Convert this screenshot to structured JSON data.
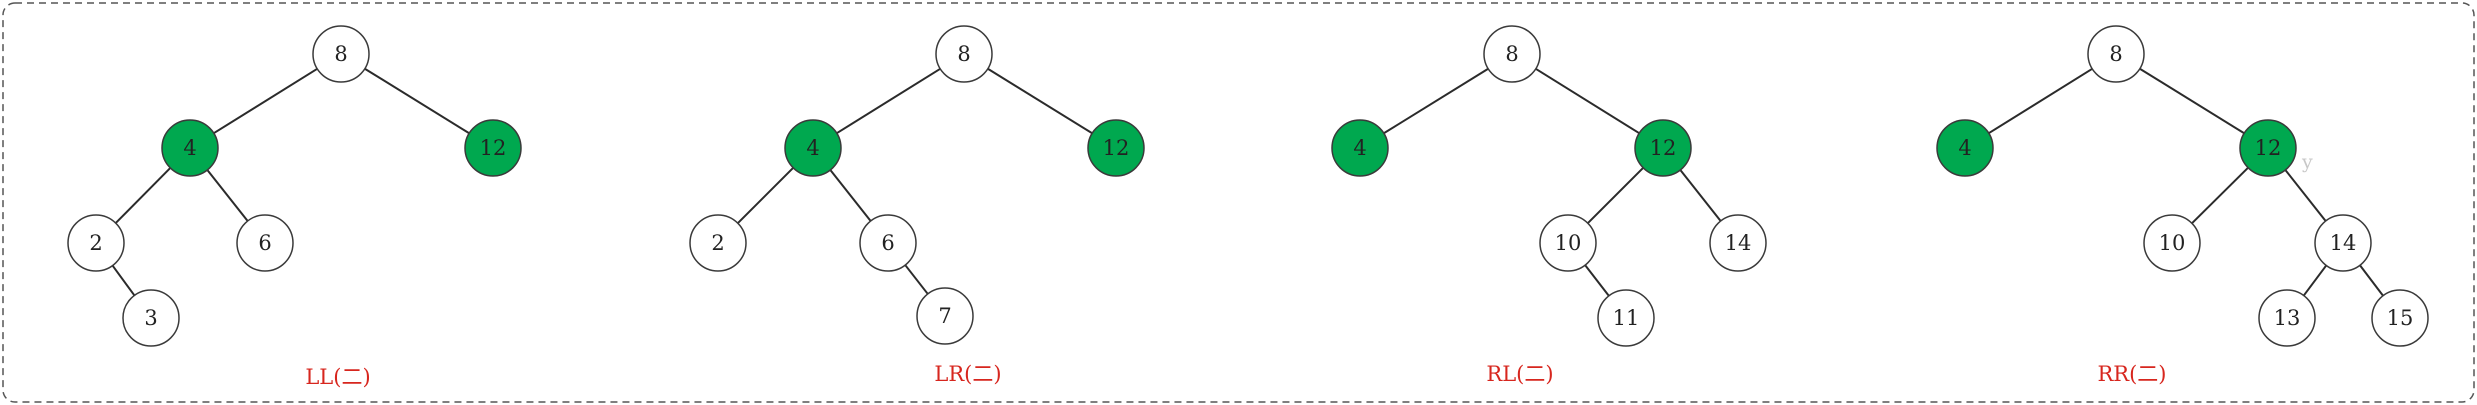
{
  "colors": {
    "highlight": "#00a84f",
    "node_fill": "#ffffff",
    "node_stroke": "#3a3a3a",
    "edge": "#2b2b2b",
    "caption": "#d7261e",
    "frame": "#555555",
    "stray": "#c8c8c8"
  },
  "diagrams": [
    {
      "caption": "LL(二)",
      "nodes": [
        {
          "id": "a",
          "label": "8"
        },
        {
          "id": "b",
          "label": "4",
          "highlight": true
        },
        {
          "id": "c",
          "label": "12",
          "highlight": true
        },
        {
          "id": "d",
          "label": "2"
        },
        {
          "id": "e",
          "label": "6"
        },
        {
          "id": "f",
          "label": "3"
        }
      ],
      "edges": [
        [
          "a",
          "b"
        ],
        [
          "a",
          "c"
        ],
        [
          "b",
          "d"
        ],
        [
          "b",
          "e"
        ],
        [
          "d",
          "f"
        ]
      ]
    },
    {
      "caption": "LR(二)",
      "nodes": [
        {
          "id": "a",
          "label": "8"
        },
        {
          "id": "b",
          "label": "4",
          "highlight": true
        },
        {
          "id": "c",
          "label": "12",
          "highlight": true
        },
        {
          "id": "d",
          "label": "2"
        },
        {
          "id": "e",
          "label": "6"
        },
        {
          "id": "f",
          "label": "7"
        }
      ],
      "edges": [
        [
          "a",
          "b"
        ],
        [
          "a",
          "c"
        ],
        [
          "b",
          "d"
        ],
        [
          "b",
          "e"
        ],
        [
          "e",
          "f"
        ]
      ]
    },
    {
      "caption": "RL(二)",
      "nodes": [
        {
          "id": "a",
          "label": "8"
        },
        {
          "id": "b",
          "label": "4",
          "highlight": true
        },
        {
          "id": "c",
          "label": "12",
          "highlight": true
        },
        {
          "id": "d",
          "label": "10"
        },
        {
          "id": "e",
          "label": "14"
        },
        {
          "id": "f",
          "label": "11"
        }
      ],
      "edges": [
        [
          "a",
          "b"
        ],
        [
          "a",
          "c"
        ],
        [
          "c",
          "d"
        ],
        [
          "c",
          "e"
        ],
        [
          "d",
          "f"
        ]
      ]
    },
    {
      "caption": "RR(二)",
      "nodes": [
        {
          "id": "a",
          "label": "8"
        },
        {
          "id": "b",
          "label": "4",
          "highlight": true
        },
        {
          "id": "c",
          "label": "12",
          "highlight": true
        },
        {
          "id": "d",
          "label": "10"
        },
        {
          "id": "e",
          "label": "14"
        },
        {
          "id": "f",
          "label": "13"
        },
        {
          "id": "g",
          "label": "15"
        }
      ],
      "edges": [
        [
          "a",
          "b"
        ],
        [
          "a",
          "c"
        ],
        [
          "c",
          "d"
        ],
        [
          "c",
          "e"
        ],
        [
          "e",
          "f"
        ],
        [
          "e",
          "g"
        ]
      ]
    }
  ],
  "stray_mark": "y"
}
